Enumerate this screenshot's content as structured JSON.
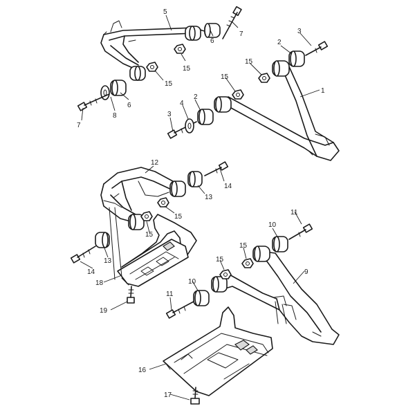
{
  "callouts": {
    "c1": "1",
    "c2a": "2",
    "c2b": "2",
    "c3a": "3",
    "c3b": "3",
    "c4": "4",
    "c5": "5",
    "c6a": "6",
    "c6b": "6",
    "c7a": "7",
    "c7b": "7",
    "c8": "8",
    "c9": "9",
    "c10a": "10",
    "c10b": "10",
    "c11a": "11",
    "c11b": "11",
    "c12": "12",
    "c13a": "13",
    "c13b": "13",
    "c14a": "14",
    "c14b": "14",
    "c15a": "15",
    "c15b": "15",
    "c15c": "15",
    "c15d": "15",
    "c15e": "15",
    "c15f": "15",
    "c16": "16",
    "c17": "17",
    "c18": "18",
    "c19": "19"
  },
  "colors": {
    "line": "#1a1a1a",
    "background": "#ffffff",
    "shade": "#d9d9d9"
  }
}
